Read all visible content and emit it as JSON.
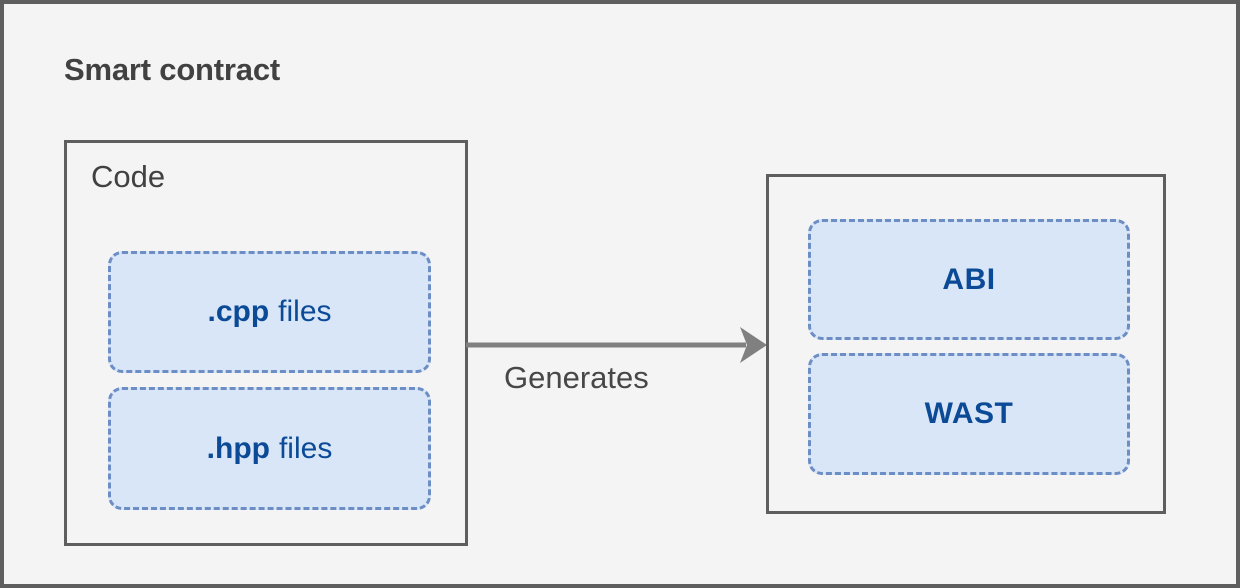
{
  "diagram": {
    "title": "Smart contract",
    "background_color": "#f4f4f4",
    "frame_color": "#5e5e5e",
    "accent_text_color": "#0b4a96",
    "artifact_fill_color": "#d9e6f8",
    "artifact_border_color": "#6c8ec4",
    "label_color": "#414141",
    "arrow_color": "#808080"
  },
  "code_group": {
    "label": "Code",
    "artifacts": [
      {
        "ext": ".cpp",
        "suffix": "files"
      },
      {
        "ext": ".hpp",
        "suffix": "files"
      }
    ]
  },
  "arrow": {
    "label": "Generates",
    "direction": "right",
    "icon": "arrow-right-icon"
  },
  "output_group": {
    "label": "",
    "artifacts": [
      {
        "name": "ABI"
      },
      {
        "name": "WAST"
      }
    ]
  }
}
